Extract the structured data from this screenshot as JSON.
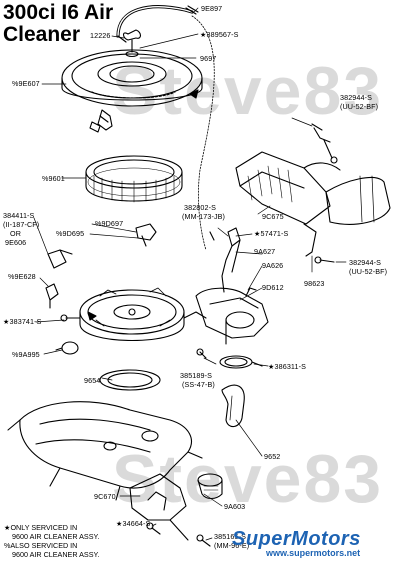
{
  "title": "300ci I6 Air Cleaner",
  "watermark": "Steve83",
  "colors": {
    "line": "#000000",
    "watermark": "#bdbdbd",
    "logo": "#1d63b3"
  },
  "part_labels": {
    "p9e897": "9E897",
    "p12226": "12226",
    "p389567s": "★389567-S",
    "p9697": "9697",
    "p9e607": "%9E607",
    "p382944s_a": "382944-S",
    "p382944s_a_sub": "(UU-52-BF)",
    "p9601": "%9601",
    "p9c675": "9C675",
    "p382802s": "382802-S",
    "p382802s_sub": "(MM-173-JB)",
    "p384411s": "384411-S",
    "p384411s_sub1": "(II-187-CF)",
    "p384411s_sub2": "OR",
    "p384411s_sub3": "9E606",
    "p9d697": "%9D697",
    "p9d695": "%9D695",
    "p57471s": "★57471-S",
    "p9a627": "9A627",
    "p382944s_b": "382944-S",
    "p382944s_b_sub": "(UU-52-BF)",
    "p9e628": "%9E628",
    "p9a626": "9A626",
    "p9d612": "9D612",
    "p98623": "98623",
    "p383741s": "★383741-S",
    "p9a995": "%9A995",
    "p385189s": "385189-S",
    "p385189s_sub": "(SS-47-B)",
    "p386311s": "★386311-S",
    "p9654": "9654",
    "p9652": "9652",
    "p9c670": "9C670",
    "p9a603": "9A603",
    "p34664s": "★34664-S",
    "p385165s": "385165-S",
    "p385165s_sub": "(MM-96-E)"
  },
  "notes": {
    "line1": "★ONLY SERVICED IN",
    "line2": "9600 AIR CLEANER ASSY.",
    "line3": "%ALSO SERVICED IN",
    "line4": "9600 AIR CLEANER ASSY."
  },
  "logo": {
    "brand": "SuperMotors",
    "url": "www.supermotors.net"
  }
}
